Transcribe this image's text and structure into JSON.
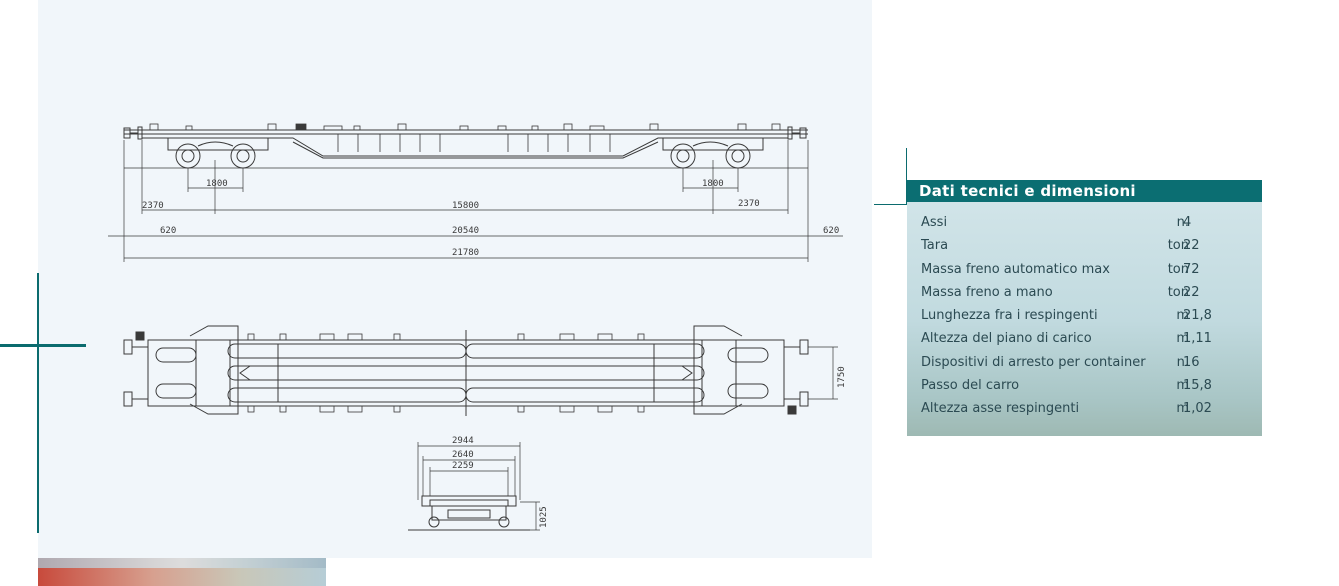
{
  "drawing": {
    "side_dims": {
      "wheelbase_left": "1800",
      "wheelbase_right": "1800",
      "overhang_left": "2370",
      "bogie_pitch": "15800",
      "overhang_right": "2370",
      "buffer_left": "620",
      "body_length": "20540",
      "buffer_right": "620",
      "total_length": "21780"
    },
    "top_dims": {
      "track_width": "1750"
    },
    "end_dims": {
      "width_outer": "2944",
      "width_mid": "2640",
      "width_inner": "2259",
      "floor_height": "1025"
    }
  },
  "specs": {
    "title": "Dati tecnici e dimensioni",
    "rows": [
      {
        "label": "Assi",
        "unit": "n.",
        "value": "4"
      },
      {
        "label": "Tara",
        "unit": "ton",
        "value": "22"
      },
      {
        "label": "Massa freno automatico max",
        "unit": "ton",
        "value": "72"
      },
      {
        "label": "Massa freno a mano",
        "unit": "ton",
        "value": "22"
      },
      {
        "label": "Lunghezza fra i respingenti",
        "unit": "m",
        "value": "21,8"
      },
      {
        "label": "Altezza del piano di carico",
        "unit": "m",
        "value": "1,11"
      },
      {
        "label": "Dispositivi di arresto per container",
        "unit": "n.",
        "value": "16"
      },
      {
        "label": "Passo del carro",
        "unit": "m",
        "value": "15,8"
      },
      {
        "label": "Altezza asse respingenti",
        "unit": "m",
        "value": "1,02"
      }
    ]
  },
  "colors": {
    "accent": "#0b6e72",
    "drawing_bg": "#f1f6fa",
    "line": "#3a3a3a"
  }
}
